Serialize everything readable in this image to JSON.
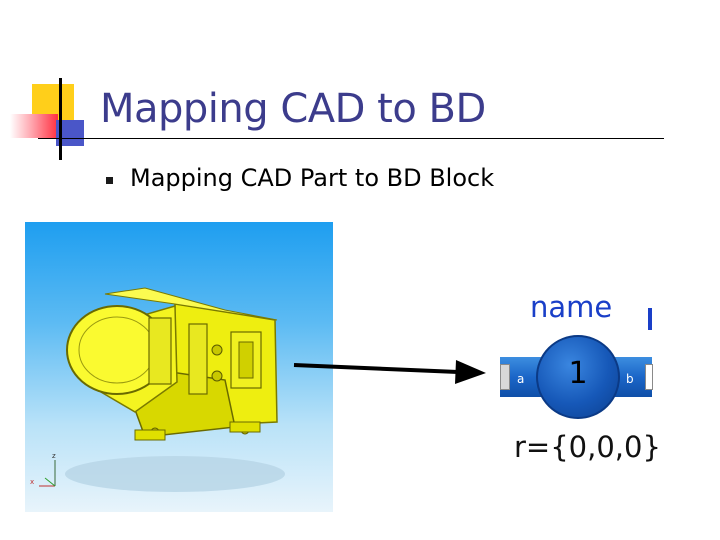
{
  "slide": {
    "title": "Mapping CAD to BD",
    "bullets": [
      "Mapping CAD Part to BD Block"
    ]
  },
  "cad_view": {
    "axes": {
      "z": "z",
      "x": "x"
    },
    "part_color": "#ffff20",
    "background_top": "#1e9ef0"
  },
  "bd_block": {
    "name": "name",
    "number": "1",
    "port_left": "a",
    "port_right": "b",
    "parameter": "r={0,0,0}",
    "color": "#1b66c8"
  },
  "colors": {
    "title": "#3c3c8c",
    "block_name": "#1a3fc8"
  }
}
